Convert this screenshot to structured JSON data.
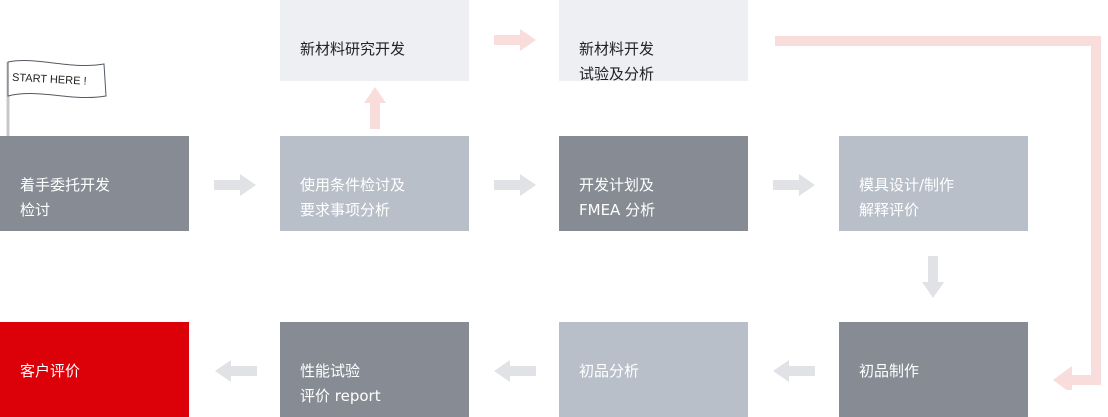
{
  "flag": {
    "label": "START HERE !"
  },
  "steps": {
    "new_material_rd": "新材料研究开发",
    "new_material_test": "新材料开发\n试验及分析",
    "commission": "着手委托开发\n检讨",
    "conditions_review": "使用条件检讨及\n要求事项分析",
    "dev_plan": "开发计划及\nFMEA 分析",
    "mold_design": "模具设计/制作\n解释评价",
    "customer_eval": "客户评价",
    "performance_test": "性能试验\n评价 report",
    "sample_analysis": "初品分析",
    "sample_making": "初品制作"
  },
  "colors": {
    "light_box": "#eeeff3",
    "mid_box": "#b8bfc9",
    "dark_box": "#878c94",
    "highlight_box": "#dc0008",
    "arrow_gray": "#e1e2e5",
    "arrow_pink": "#f9dcdc"
  }
}
